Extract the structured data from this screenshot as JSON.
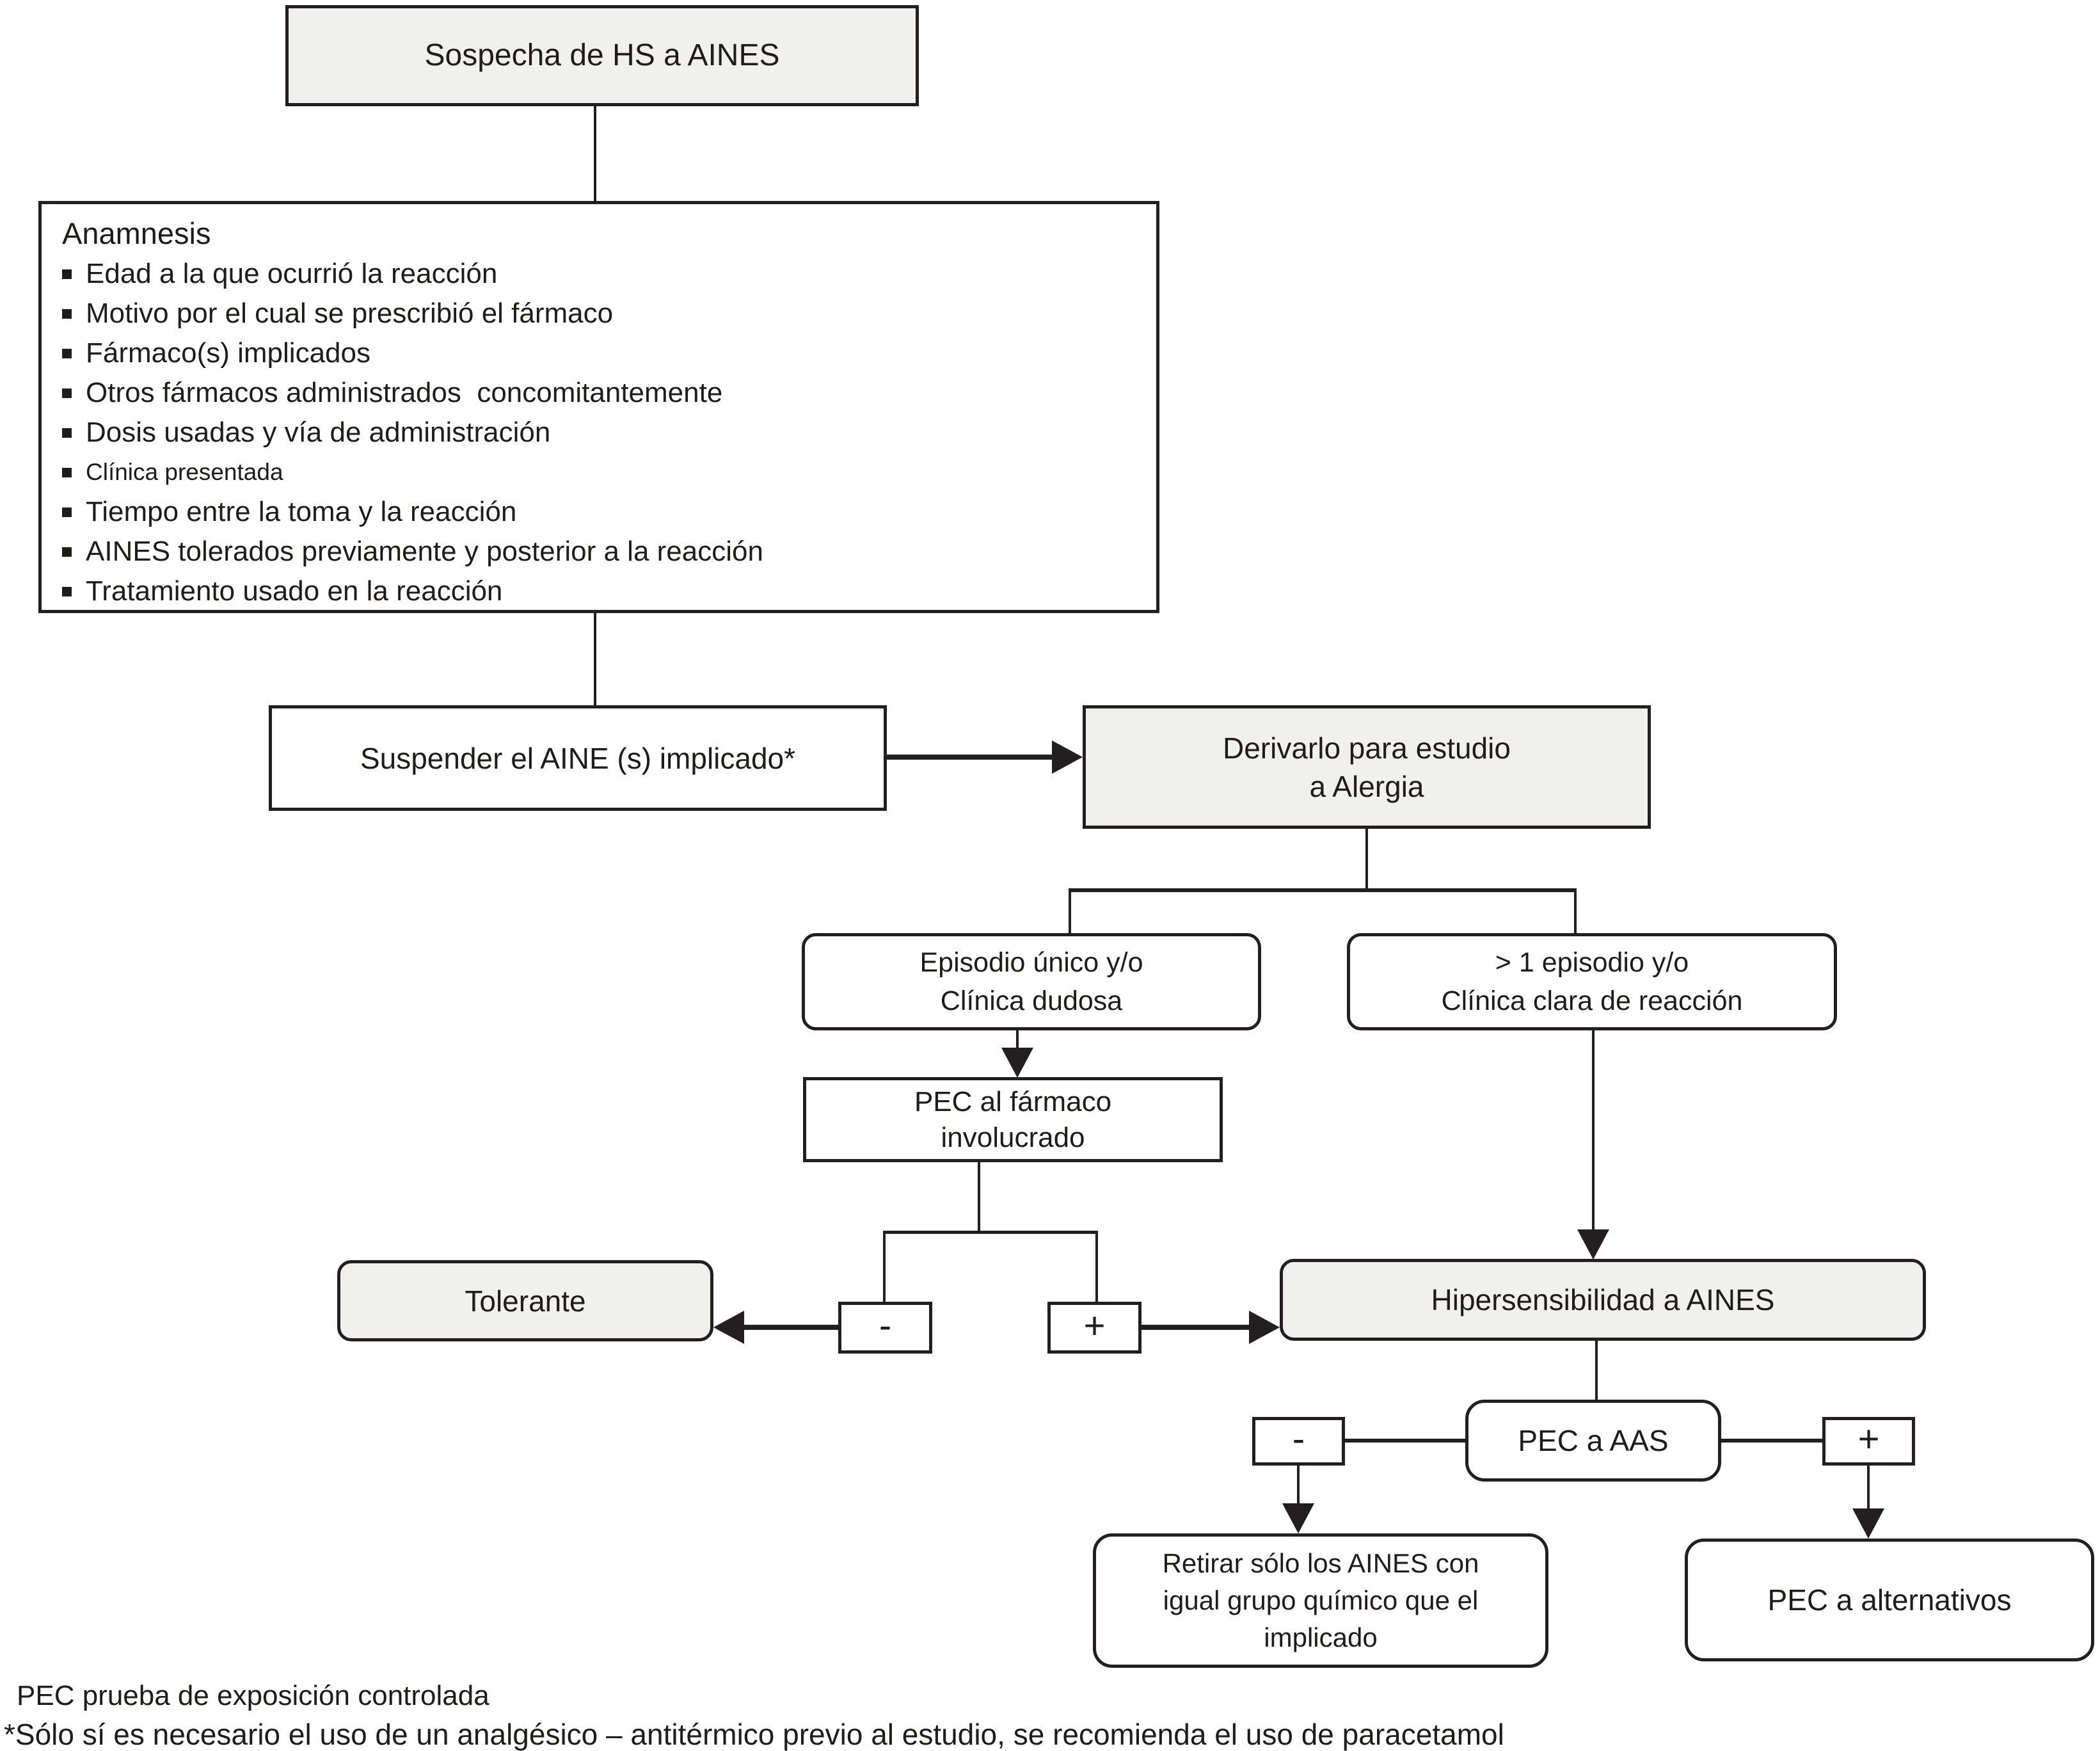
{
  "nodes": {
    "sospecha": {
      "label": "Sospecha de HS a AINES"
    },
    "anamnesis": {
      "title": "Anamnesis",
      "items": [
        "Edad a la que ocurrió la reacción",
        "Motivo por el cual se prescribió el fármaco",
        "Fármaco(s) implicados",
        "Otros fármacos administrados  concomitantemente",
        "Dosis usadas y vía de administración",
        "Clínica presentada",
        "Tiempo entre la toma y la reacción",
        "AINES tolerados previamente y posterior a la reacción",
        "Tratamiento usado en la reacción"
      ]
    },
    "suspender": {
      "label": "Suspender el AINE (s) implicado*"
    },
    "derivarlo": {
      "line1": "Derivarlo para estudio",
      "line2": "a Alergia"
    },
    "episodio_unico": {
      "line1": "Episodio único y/o",
      "line2": "Clínica dudosa"
    },
    "episodio_multiple": {
      "line1": "> 1 episodio y/o",
      "line2": "Clínica clara de reacción"
    },
    "pec_farmaco": {
      "line1": "PEC al fármaco",
      "line2": "involucrado"
    },
    "tolerante": {
      "label": "Tolerante"
    },
    "hipersensibilidad": {
      "label": "Hipersensibilidad a AINES"
    },
    "pec_aas": {
      "label": "PEC a AAS"
    },
    "retirar": {
      "line1": "Retirar sólo los AINES con",
      "line2": "igual grupo químico que el",
      "line3": "implicado"
    },
    "pec_alternativos": {
      "label": "PEC a alternativos"
    }
  },
  "signs": {
    "minus": "-",
    "plus": "+"
  },
  "footnotes": {
    "line1": "PEC prueba de exposición controlada",
    "line2": "*Sólo sí es necesario el uso de un analgésico – antitérmico previo al estudio, se recomienda el uso de paracetamol"
  },
  "colors": {
    "shaded_box_fill": "#f0f1ef",
    "plain_box_fill": "#ffffff",
    "border": "#231f20",
    "text": "#1f1c1c",
    "background": "#ffffff"
  }
}
